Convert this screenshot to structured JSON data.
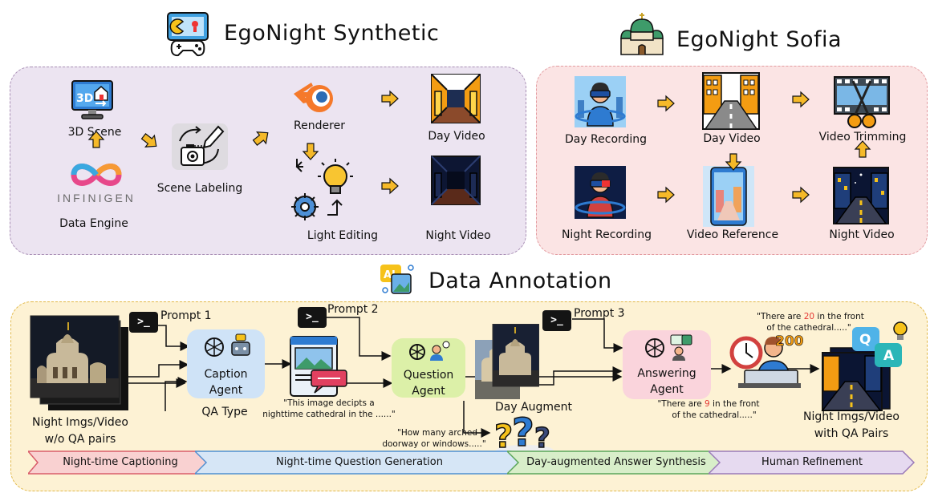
{
  "synthetic": {
    "title": "EgoNight Synthetic",
    "scene_3d": "3D Scene",
    "engine_logo": "INFINIGEN",
    "data_engine": "Data Engine",
    "scene_labeling": "Scene Labeling",
    "renderer": "Renderer",
    "light_editing": "Light Editing",
    "day_video": "Day Video",
    "night_video": "Night Video"
  },
  "sofia": {
    "title": "EgoNight Sofia",
    "day_recording": "Day Recording",
    "night_recording": "Night Recording",
    "day_video": "Day Video",
    "video_reference": "Video Reference",
    "video_trimming": "Video Trimming",
    "night_video": "Night Video"
  },
  "annotation": {
    "title": "Data Annotation",
    "ai_badge": "AI",
    "input_label_1": "Night Imgs/Video",
    "input_label_2": "w/o QA pairs",
    "prompt1": "Prompt 1",
    "prompt2": "Prompt 2",
    "prompt3": "Prompt 3",
    "terminal_glyph": ">_",
    "caption_agent_1": "Caption",
    "caption_agent_2": "Agent",
    "qa_type": "QA Type",
    "question_agent_1": "Question",
    "question_agent_2": "Agent",
    "answering_agent_1": "Answering",
    "answering_agent_2": "Agent",
    "day_augment": "Day Augment",
    "caption_quote_1": "\"This image decipts a",
    "caption_quote_2": "nighttime cathedral in the ......\"",
    "question_quote_1": "\"How many arched",
    "question_quote_2": "doorway or windows.....\"",
    "answer_quote_1_pre": "\"There are ",
    "answer_quote_1_num": "9",
    "answer_quote_1_post": " in the front",
    "answer_quote_2": "of the cathedral.....\"",
    "refined_quote_1_pre": "\"There are ",
    "refined_quote_1_num": "20",
    "refined_quote_1_post": " in the front",
    "refined_quote_2": "of the cathedral.....\"",
    "badge_200": "200",
    "qa_q": "Q",
    "qa_a": "A",
    "output_label_1": "Night Imgs/Video",
    "output_label_2": "with QA Pairs",
    "stages": [
      "Night-time Captioning",
      "Night-time Question Generation",
      "Day-augmented Answer Synthesis",
      "Human Refinement"
    ]
  },
  "colors": {
    "synthetic_bg": "#ece4f1",
    "sofia_bg": "#fbe4e4",
    "annotation_bg": "#fdf2d4",
    "caption_agent": "#cfe3f7",
    "question_agent": "#dcf0a8",
    "answering_agent": "#fad4dc",
    "arrow": "#f5b929",
    "highlight_num": "#e53935"
  }
}
